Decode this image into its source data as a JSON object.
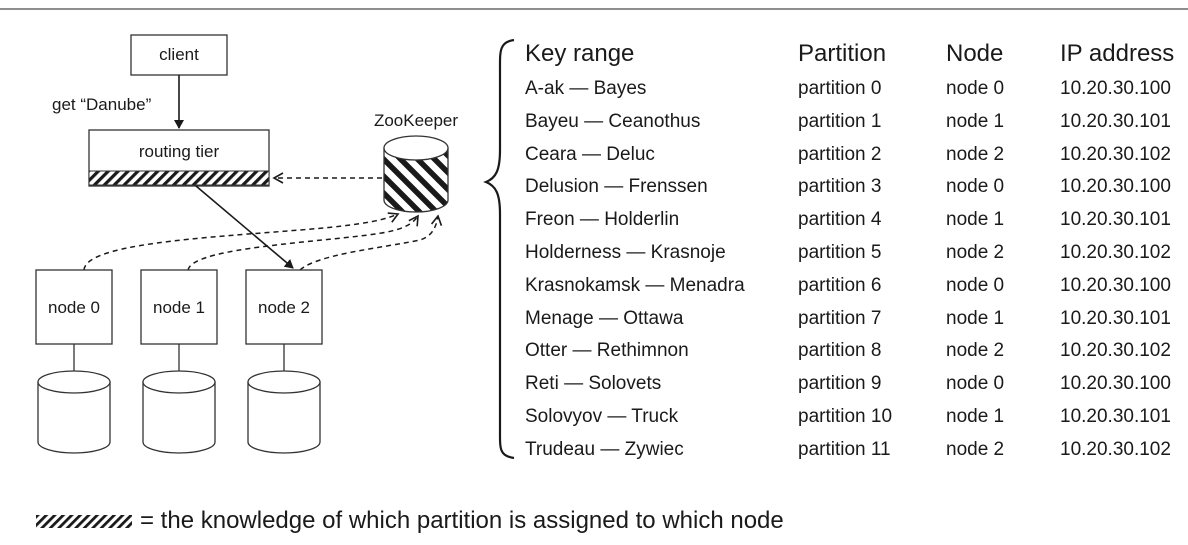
{
  "diagram": {
    "client_label": "client",
    "request_label": "get “Danube”",
    "routing_tier_label": "routing tier",
    "zookeeper_label": "ZooKeeper",
    "nodes": [
      "node 0",
      "node 1",
      "node 2"
    ]
  },
  "table": {
    "headers": [
      "Key range",
      "Partition",
      "Node",
      "IP address"
    ],
    "rows": [
      [
        "A-ak — Bayes",
        "partition 0",
        "node 0",
        "10.20.30.100"
      ],
      [
        "Bayeu — Ceanothus",
        "partition 1",
        "node 1",
        "10.20.30.101"
      ],
      [
        "Ceara — Deluc",
        "partition 2",
        "node 2",
        "10.20.30.102"
      ],
      [
        "Delusion — Frenssen",
        "partition 3",
        "node 0",
        "10.20.30.100"
      ],
      [
        "Freon — Holderlin",
        "partition 4",
        "node 1",
        "10.20.30.101"
      ],
      [
        "Holderness — Krasnoje",
        "partition 5",
        "node 2",
        "10.20.30.102"
      ],
      [
        "Krasnokamsk — Menadra",
        "partition 6",
        "node 0",
        "10.20.30.100"
      ],
      [
        "Menage — Ottawa",
        "partition 7",
        "node 1",
        "10.20.30.101"
      ],
      [
        "Otter — Rethimnon",
        "partition 8",
        "node 2",
        "10.20.30.102"
      ],
      [
        "Reti — Solovets",
        "partition 9",
        "node 0",
        "10.20.30.100"
      ],
      [
        "Solovyov — Truck",
        "partition 10",
        "node 1",
        "10.20.30.101"
      ],
      [
        "Trudeau — Zywiec",
        "partition 11",
        "node 2",
        "10.20.30.102"
      ]
    ]
  },
  "legend": {
    "text": "= the knowledge of which partition is assigned to which node"
  }
}
